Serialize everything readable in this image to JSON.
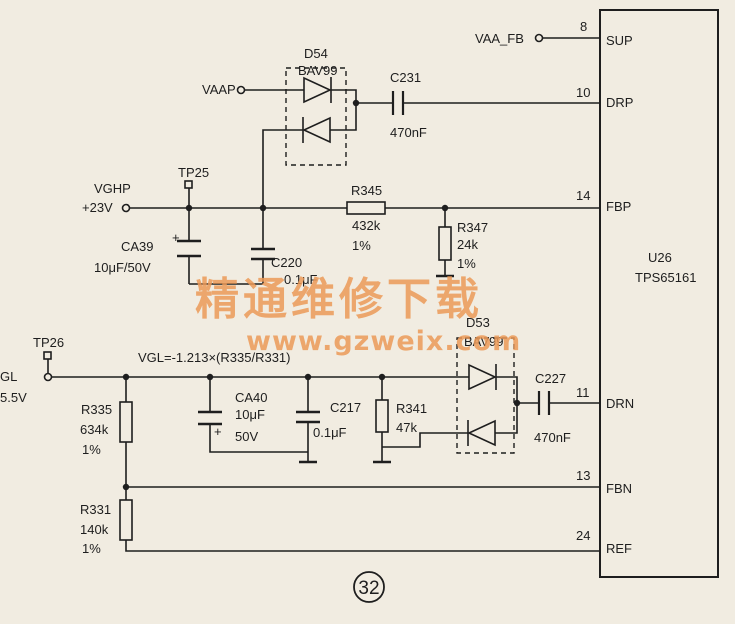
{
  "ic": {
    "ref": "U26",
    "part": "TPS65161"
  },
  "pins": [
    {
      "num": "8",
      "name": "SUP"
    },
    {
      "num": "10",
      "name": "DRP"
    },
    {
      "num": "14",
      "name": "FBP"
    },
    {
      "num": "11",
      "name": "DRN"
    },
    {
      "num": "13",
      "name": "FBN"
    },
    {
      "num": "24",
      "name": "REF"
    }
  ],
  "nets": {
    "vaa_fb": "VAA_FB",
    "vaap": "VAAP",
    "vghp_name": "VGHP",
    "vghp_value": "+23V",
    "vgl_name": "GL",
    "vgl_value": "5.5V",
    "vgl_formula": "VGL=-1.213×(R335/R331)"
  },
  "testpoints": {
    "tp25": "TP25",
    "tp26": "TP26"
  },
  "components": {
    "d54": {
      "ref": "D54",
      "part": "BAV99"
    },
    "d53": {
      "ref": "D53",
      "part": "BAV99"
    },
    "c231": {
      "ref": "C231",
      "value": "470nF"
    },
    "c227": {
      "ref": "C227",
      "value": "470nF"
    },
    "r345": {
      "ref": "R345",
      "value": "432k",
      "tol": "1%"
    },
    "r347": {
      "ref": "R347",
      "value": "24k",
      "tol": "1%"
    },
    "ca39": {
      "ref": "CA39",
      "value": "10μF/50V"
    },
    "c220": {
      "ref": "C220",
      "value": "0.1μF"
    },
    "r335": {
      "ref": "R335",
      "value": "634k",
      "tol": "1%"
    },
    "r331": {
      "ref": "R331",
      "value": "140k",
      "tol": "1%"
    },
    "ca40": {
      "ref": "CA40",
      "value": "10μF",
      "voltage": "50V"
    },
    "c217": {
      "ref": "C217",
      "value": "0.1μF"
    },
    "r341": {
      "ref": "R341",
      "value": "47k"
    }
  },
  "watermark": {
    "cn": "精通维修下载",
    "url": "www.gzweix.com"
  },
  "page_number": "32",
  "polarity_mark": "+"
}
